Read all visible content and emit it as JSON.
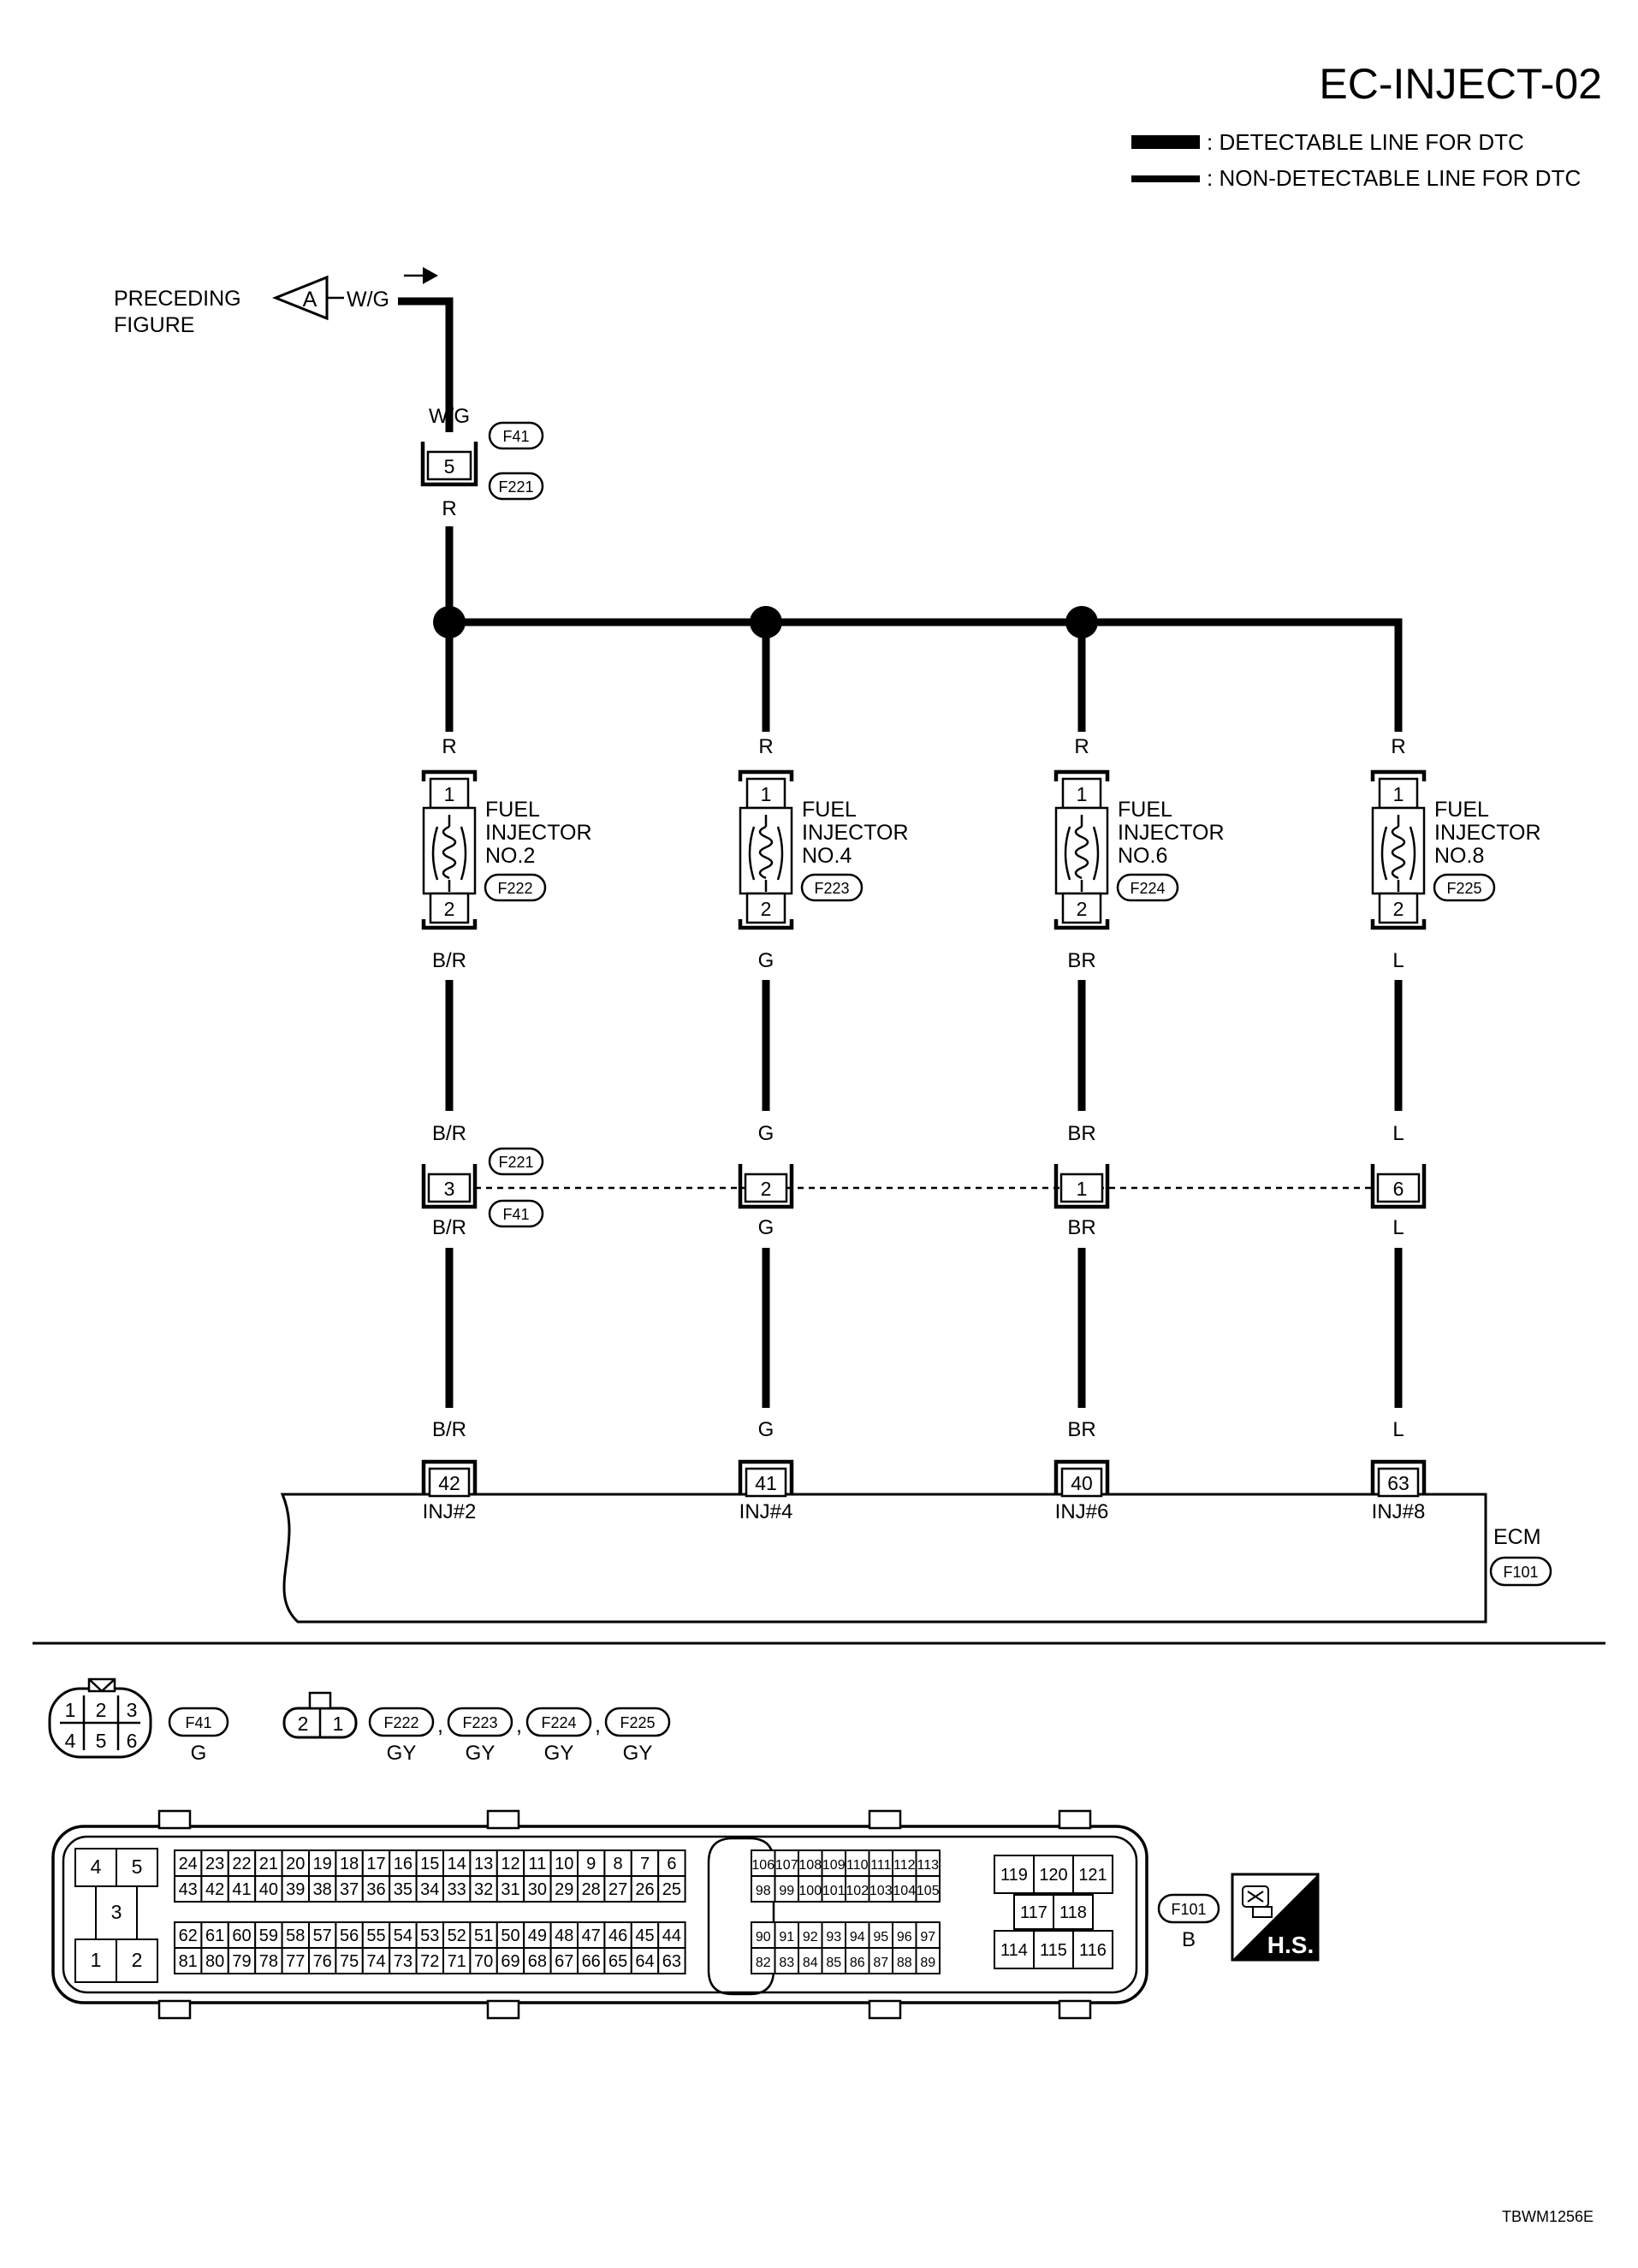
{
  "title": "EC-INJECT-02",
  "legend": {
    "detectable": ": DETECTABLE LINE FOR DTC",
    "non_detectable": ": NON-DETECTABLE LINE FOR DTC"
  },
  "preceding": {
    "line1": "PRECEDING",
    "line2": "FIGURE",
    "marker": "A",
    "wire": "W/G"
  },
  "top_connector": {
    "wire_in": "W/G",
    "pin": "5",
    "wire_out": "R",
    "code_a": "F41",
    "code_b": "F221"
  },
  "injectors": [
    {
      "name1": "FUEL",
      "name2": "INJECTOR",
      "name3": "NO.2",
      "code": "F222",
      "wire_in": "R",
      "wire_out": "B/R",
      "pin_top": "1",
      "pin_bottom": "2"
    },
    {
      "name1": "FUEL",
      "name2": "INJECTOR",
      "name3": "NO.4",
      "code": "F223",
      "wire_in": "R",
      "wire_out": "G",
      "pin_top": "1",
      "pin_bottom": "2"
    },
    {
      "name1": "FUEL",
      "name2": "INJECTOR",
      "name3": "NO.6",
      "code": "F224",
      "wire_in": "R",
      "wire_out": "BR",
      "pin_top": "1",
      "pin_bottom": "2"
    },
    {
      "name1": "FUEL",
      "name2": "INJECTOR",
      "name3": "NO.8",
      "code": "F225",
      "wire_in": "R",
      "wire_out": "L",
      "pin_top": "1",
      "pin_bottom": "2"
    }
  ],
  "mid_connector": {
    "code_a": "F221",
    "code_b": "F41",
    "pins": [
      {
        "pin": "3",
        "wire_in": "B/R",
        "wire_out": "B/R"
      },
      {
        "pin": "2",
        "wire_in": "G",
        "wire_out": "G"
      },
      {
        "pin": "1",
        "wire_in": "BR",
        "wire_out": "BR"
      },
      {
        "pin": "6",
        "wire_in": "L",
        "wire_out": "L"
      }
    ]
  },
  "ecm": {
    "name": "ECM",
    "code": "F101",
    "terminals": [
      {
        "wire": "B/R",
        "pin": "42",
        "label": "INJ#2"
      },
      {
        "wire": "G",
        "pin": "41",
        "label": "INJ#4"
      },
      {
        "wire": "BR",
        "pin": "40",
        "label": "INJ#6"
      },
      {
        "wire": "L",
        "pin": "63",
        "label": "INJ#8"
      }
    ]
  },
  "views": {
    "f41": {
      "code": "F41",
      "color": "G",
      "pins": [
        "1",
        "2",
        "3",
        "4",
        "5",
        "6"
      ]
    },
    "inj": {
      "pins": [
        "2",
        "1"
      ],
      "codes": [
        "F222",
        "F223",
        "F224",
        "F225"
      ],
      "colors": [
        "GY",
        "GY",
        "GY",
        "GY"
      ],
      "sep": ","
    },
    "ecm": {
      "code": "F101",
      "color": "B",
      "left_block": [
        "4",
        "5",
        "3",
        "1",
        "2"
      ],
      "row1": [
        "24",
        "23",
        "22",
        "21",
        "20",
        "19",
        "18",
        "17",
        "16",
        "15",
        "14",
        "13",
        "12",
        "11",
        "10",
        "9",
        "8",
        "7",
        "6"
      ],
      "row2": [
        "43",
        "42",
        "41",
        "40",
        "39",
        "38",
        "37",
        "36",
        "35",
        "34",
        "33",
        "32",
        "31",
        "30",
        "29",
        "28",
        "27",
        "26",
        "25"
      ],
      "row3": [
        "62",
        "61",
        "60",
        "59",
        "58",
        "57",
        "56",
        "55",
        "54",
        "53",
        "52",
        "51",
        "50",
        "49",
        "48",
        "47",
        "46",
        "45",
        "44"
      ],
      "row4": [
        "81",
        "80",
        "79",
        "78",
        "77",
        "76",
        "75",
        "74",
        "73",
        "72",
        "71",
        "70",
        "69",
        "68",
        "67",
        "66",
        "65",
        "64",
        "63"
      ],
      "mid_row1": [
        "106",
        "107",
        "108",
        "109",
        "110",
        "111",
        "112",
        "113"
      ],
      "mid_row2": [
        "98",
        "99",
        "100",
        "101",
        "102",
        "103",
        "104",
        "105"
      ],
      "mid_row3": [
        "90",
        "91",
        "92",
        "93",
        "94",
        "95",
        "96",
        "97"
      ],
      "mid_row4": [
        "82",
        "83",
        "84",
        "85",
        "86",
        "87",
        "88",
        "89"
      ],
      "right_top": [
        "119",
        "120",
        "121"
      ],
      "right_mid": [
        "117",
        "118"
      ],
      "right_bot": [
        "114",
        "115",
        "116"
      ]
    },
    "hs": "H.S."
  },
  "footer_code": "TBWM1256E"
}
